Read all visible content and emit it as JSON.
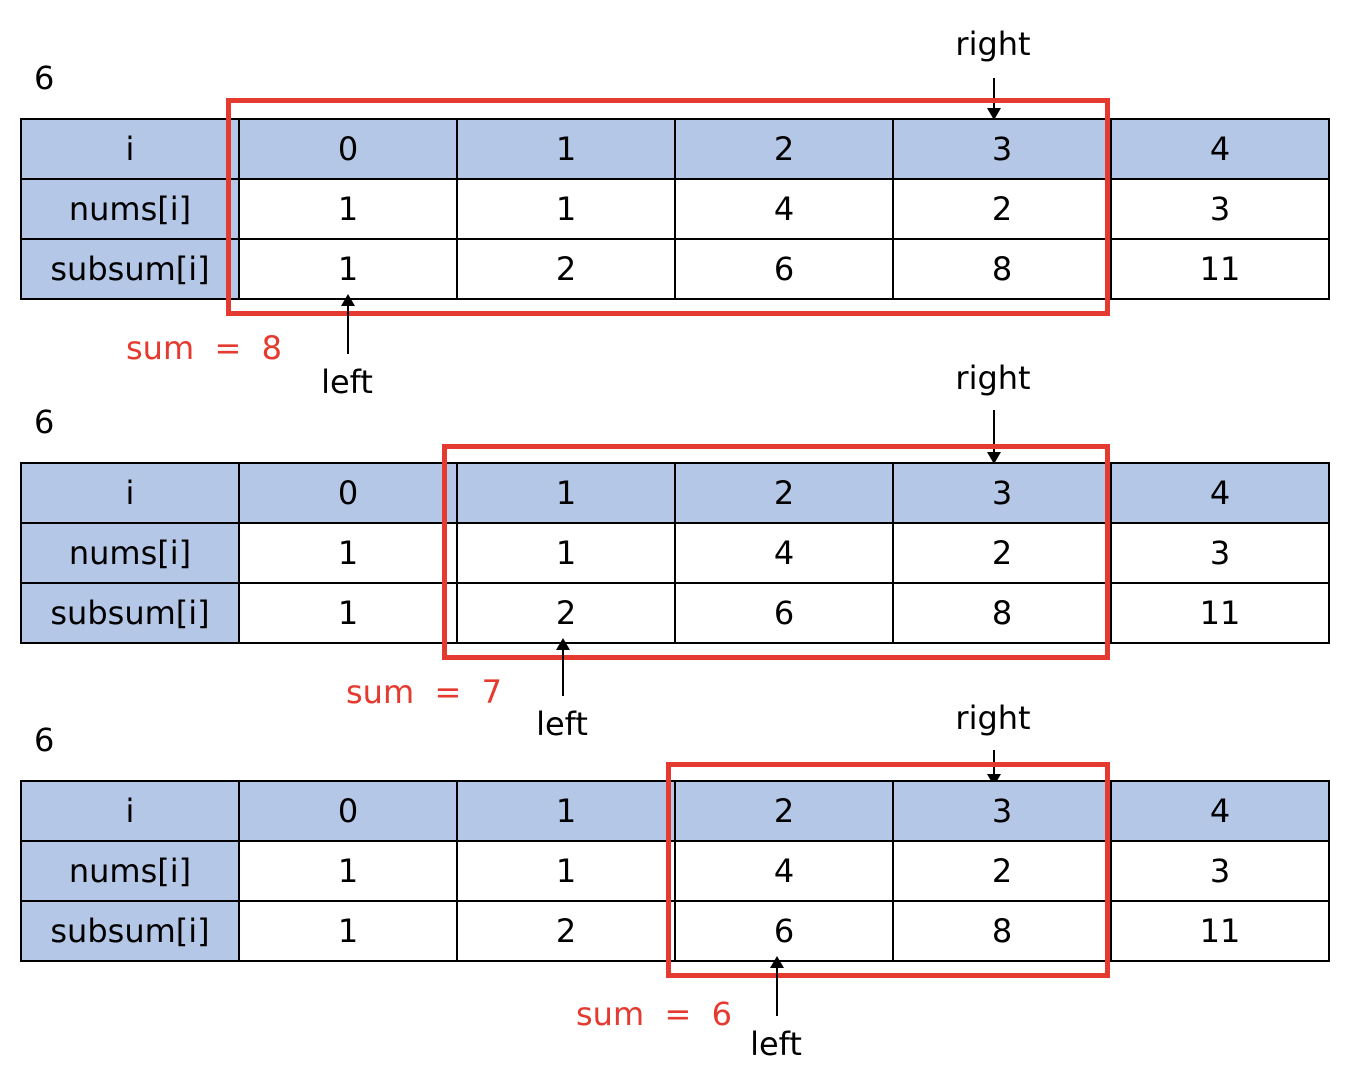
{
  "colors": {
    "header_fill": "#b4c7e7",
    "window_border": "#e53a2f",
    "sum_text": "#e53a2f"
  },
  "panels": [
    {
      "target": "6",
      "rows": [
        {
          "label": "i",
          "cells": [
            "0",
            "1",
            "2",
            "3",
            "4"
          ]
        },
        {
          "label": "nums[i]",
          "cells": [
            "1",
            "1",
            "4",
            "2",
            "3"
          ]
        },
        {
          "label": "subsum[i]",
          "cells": [
            "1",
            "2",
            "6",
            "8",
            "11"
          ]
        }
      ],
      "right_label": "right",
      "left_label": "left",
      "sum_text": "sum  =  8"
    },
    {
      "target": "6",
      "rows": [
        {
          "label": "i",
          "cells": [
            "0",
            "1",
            "2",
            "3",
            "4"
          ]
        },
        {
          "label": "nums[i]",
          "cells": [
            "1",
            "1",
            "4",
            "2",
            "3"
          ]
        },
        {
          "label": "subsum[i]",
          "cells": [
            "1",
            "2",
            "6",
            "8",
            "11"
          ]
        }
      ],
      "right_label": "right",
      "left_label": "left",
      "sum_text": "sum  =  7"
    },
    {
      "target": "6",
      "rows": [
        {
          "label": "i",
          "cells": [
            "0",
            "1",
            "2",
            "3",
            "4"
          ]
        },
        {
          "label": "nums[i]",
          "cells": [
            "1",
            "1",
            "4",
            "2",
            "3"
          ]
        },
        {
          "label": "subsum[i]",
          "cells": [
            "1",
            "2",
            "6",
            "8",
            "11"
          ]
        }
      ],
      "right_label": "right",
      "left_label": "left",
      "sum_text": "sum  =  6"
    }
  ]
}
